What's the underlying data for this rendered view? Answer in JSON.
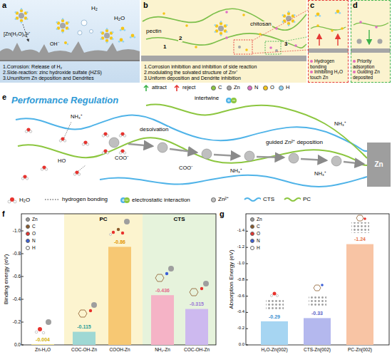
{
  "diagram": {
    "nodes": [
      {
        "text": [
          "1.Corrosion: Release of H₂",
          "2.Side-reaction: zinc hydroxide sulfate (HZS)",
          "3.Ununiform Zn deposition and Dendrites"
        ]
      },
      {
        "text": [
          "1.Corrosion inhibition and inhibition of side reaction",
          "2.modulating the solvated structure of Zn²⁺",
          "3.Uniform deposition and Dendrite inhibition"
        ]
      },
      {
        "text": [
          "Hydrogen bonding",
          "Inhibiting H₂O touch Zn"
        ]
      },
      {
        "text": [
          "Priority adsorption",
          "Guiding Zn deposited"
        ]
      },
      {
        "text": [
          "Zn"
        ]
      },
      {
        "text": [
          "PC"
        ]
      },
      {
        "text": [
          "CTS"
        ]
      }
    ],
    "labels": [
      "a",
      "[Zn(H₂O)₆]²⁺",
      "H₂",
      "H₂O",
      "OH⁻",
      "b",
      "chitosan",
      "pectin",
      "2",
      "1",
      "3",
      "c",
      "d",
      "e",
      "Performance Regulation",
      "NH₃⁺",
      "HO",
      "desolvation",
      "intertwine",
      "COO⁻",
      "COO⁻",
      "NH₃⁺",
      "guided Zn²⁺ deposition",
      "NH₃⁺",
      "NH₃⁺",
      "f",
      "Binding energy (eV)",
      "0.0",
      "-0.2",
      "-0.4",
      "-0.6",
      "-0.8",
      "-1.0",
      "Zn-H₂O",
      "COC-OH-Zn",
      "COOH-Zn",
      "NH₂-Zn",
      "COC-OH-Zn",
      "-0.004",
      "-0.115",
      "-0.86",
      "-0.436",
      "-0.315",
      "g",
      "Absorption Energy (eV)",
      "0.0",
      "-0.2",
      "-0.4",
      "-0.6",
      "-0.8",
      "-1.0",
      "-1.2",
      "-1.4",
      "H₂O-Zn(002)",
      "CTS-Zn(002)",
      "PC-Zn(002)",
      "-0.29",
      "-0.33",
      "-1.24"
    ],
    "legend": [
      {
        "text": "attract"
      },
      {
        "text": "reject"
      },
      {
        "text": "C",
        "color": "#8cc63f"
      },
      {
        "text": "Zn",
        "color": "#a6a6a6"
      },
      {
        "text": "N",
        "color": "#e06fc8"
      },
      {
        "text": "O",
        "color": "#f5c518"
      },
      {
        "text": "H",
        "color": "#8fd3f4"
      },
      {
        "text": "H₂O"
      },
      {
        "text": "hydrogen bonding"
      },
      {
        "text": "electrostatic interaction"
      },
      {
        "text": "Zn²⁺",
        "color": "#bfbfbf"
      },
      {
        "text": "CTS"
      },
      {
        "text": "PC"
      },
      {
        "text": "Zn",
        "color": "#9e9e9e"
      },
      {
        "text": "C",
        "color": "#8b5a2b"
      },
      {
        "text": "O",
        "color": "#e8322d"
      },
      {
        "text": "N",
        "color": "#3b5fd6"
      },
      {
        "text": "H",
        "color": "#ffffff"
      },
      {
        "text": "Zn",
        "color": "#9e9e9e"
      },
      {
        "text": "C",
        "color": "#8b5a2b"
      },
      {
        "text": "O",
        "color": "#e8322d"
      },
      {
        "text": "N",
        "color": "#3b5fd6"
      },
      {
        "text": "H",
        "color": "#ffffff"
      }
    ]
  }
}
